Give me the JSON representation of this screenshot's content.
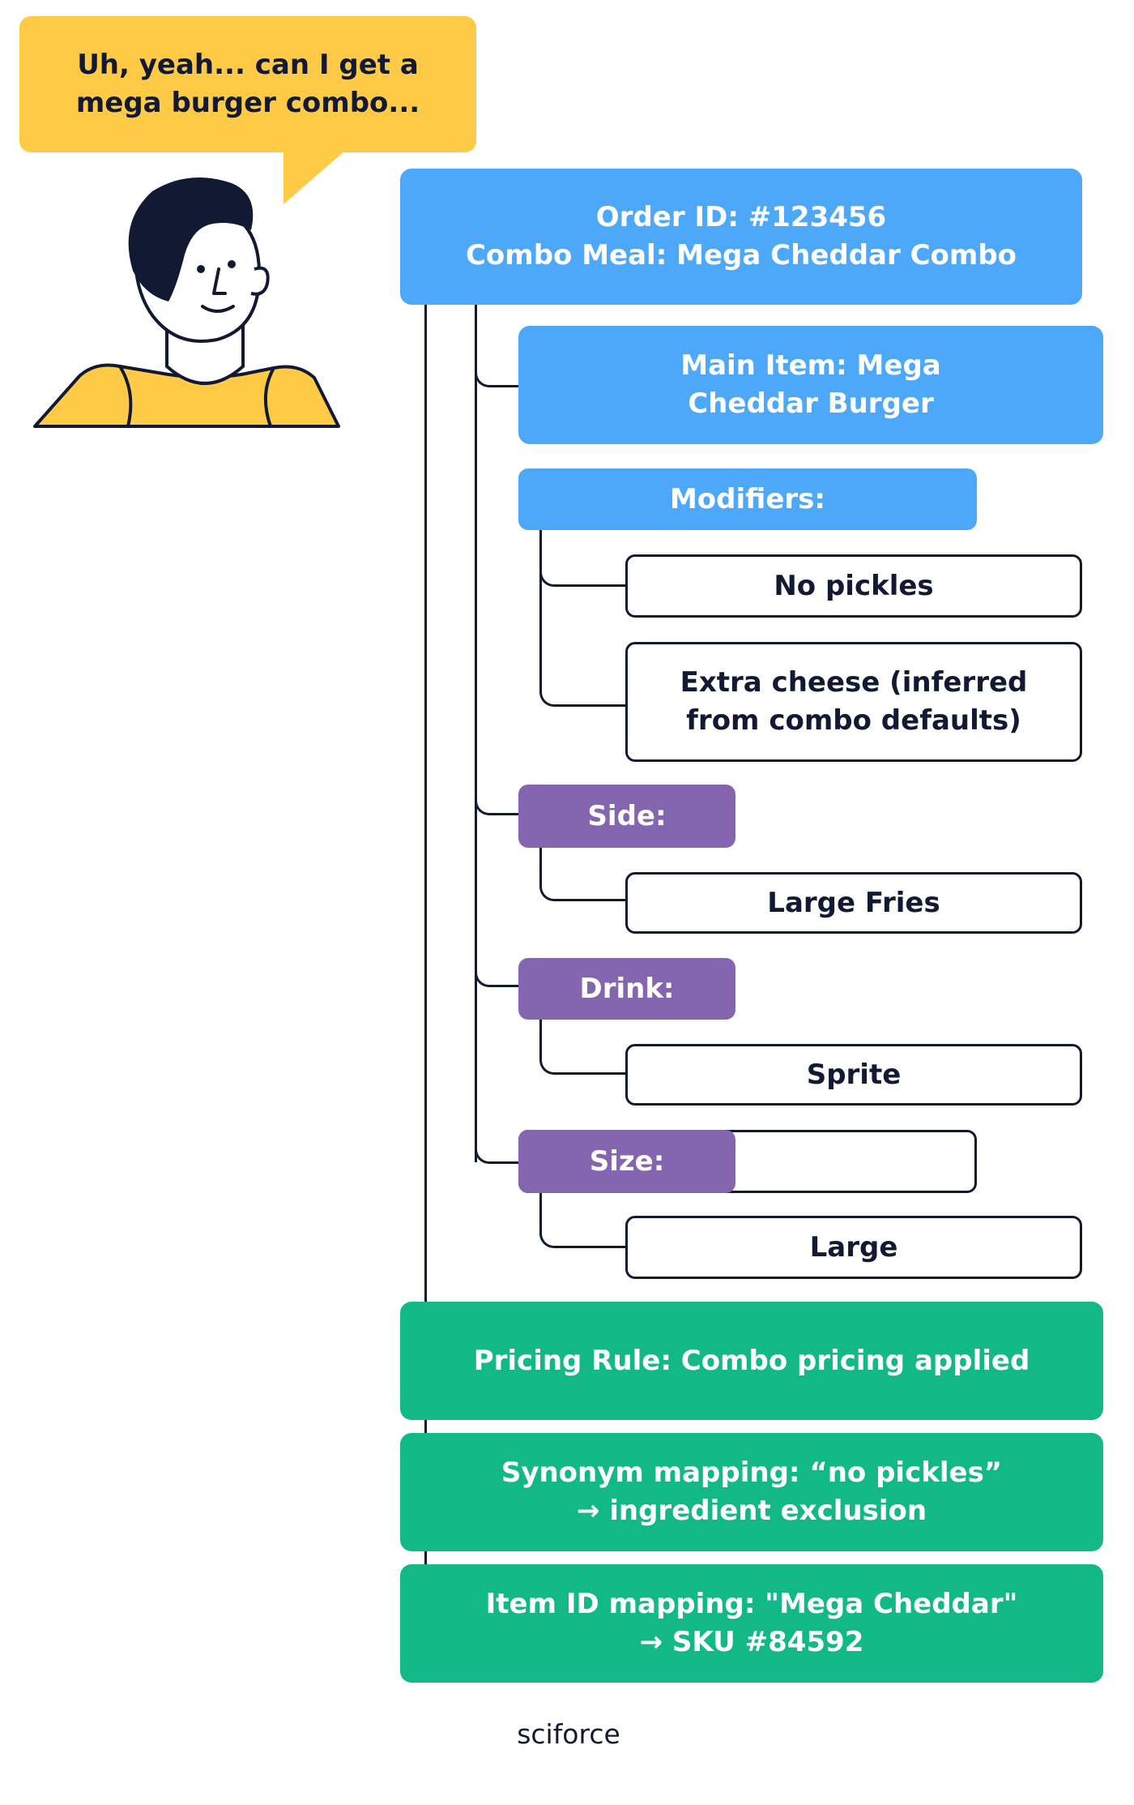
{
  "speech_bubble": "Uh, yeah... can I get a\nmega burger combo...",
  "order": {
    "id_line": "Order ID: #123456",
    "combo_line": "Combo Meal: Mega Cheddar Combo"
  },
  "main_item": "Main Item: Mega\nCheddar Burger",
  "modifiers": {
    "label": "Modifiers:",
    "items": [
      "No pickles",
      "Extra cheese (inferred\nfrom combo defaults)"
    ]
  },
  "side": {
    "label": "Side:",
    "value": "Large Fries"
  },
  "drink": {
    "label": "Drink:",
    "value": "Sprite"
  },
  "size": {
    "label": "Size:",
    "value": "Large"
  },
  "rules": {
    "pricing": "Pricing Rule: Combo pricing applied",
    "synonym": "Synonym mapping: “no pickles”\n→ ingredient exclusion",
    "item_id": "Item ID mapping: \"Mega Cheddar\"\n→ SKU #84592"
  },
  "logo": "sciforce",
  "colors": {
    "bubble": "#FFCB47",
    "blue": "#4DA8FA",
    "purple": "#8366AF",
    "green": "#12B886",
    "ink": "#121a33"
  }
}
